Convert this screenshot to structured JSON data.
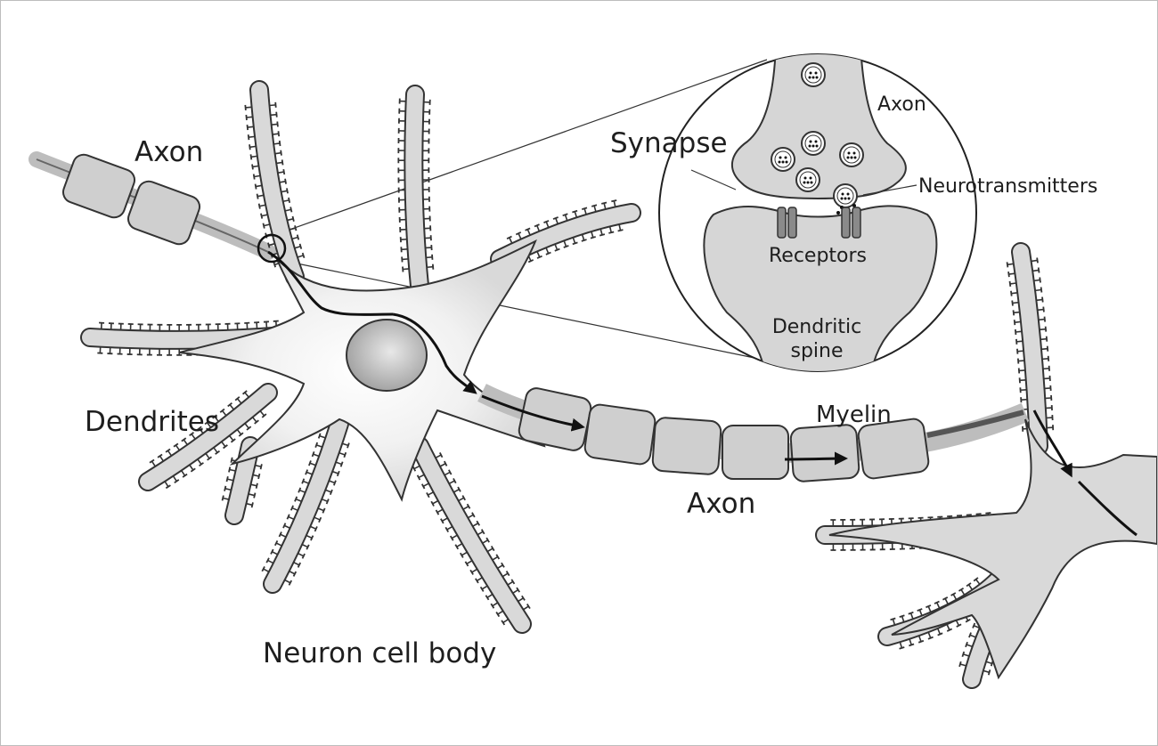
{
  "labels": {
    "axon_in": "Axon",
    "dendrites": "Dendrites",
    "cell_body": "Neuron cell body",
    "axon_out": "Axon",
    "myelin": "Myelin",
    "inset": {
      "axon": "Axon",
      "synapse": "Synapse",
      "neurotransmitters": "Neurotransmitters",
      "receptors": "Receptors",
      "dendritic_line1": "Dendritic",
      "dendritic_line2": "spine"
    }
  },
  "colors": {
    "tissue": "#d9d9d9",
    "outline": "#333333",
    "myelin": "#cfcfcf",
    "nucleus": "#b4b4b4",
    "signal": "#111111"
  }
}
